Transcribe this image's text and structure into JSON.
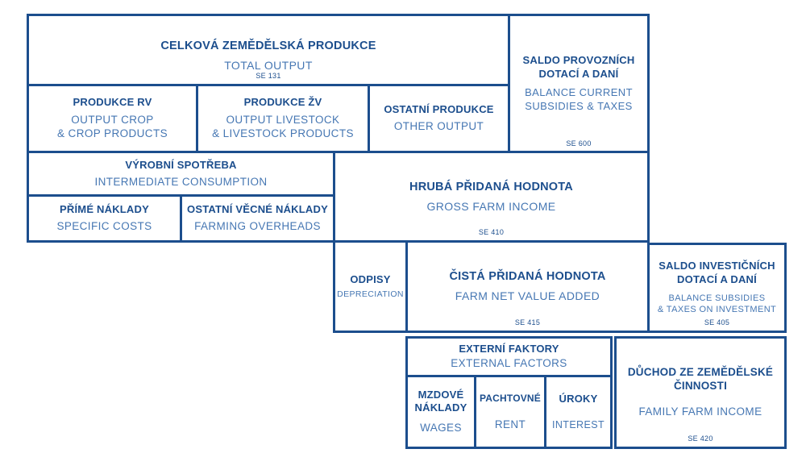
{
  "colors": {
    "border": "#1C4E8D",
    "title_text": "#1C4E8D",
    "subtitle_text": "#4677B3",
    "code_text": "#1C4E8D",
    "background": "#FFFFFF"
  },
  "diagram": {
    "description": "FADN farm income cascade diagram (Czech / English)",
    "boxes": {
      "total_output": {
        "title": "CELKOVÁ ZEMĚDĚLSKÁ PRODUKCE",
        "subtitle": "TOTAL OUTPUT",
        "code": "SE 131"
      },
      "saldo_prov": {
        "title": "SALDO PROVOZNÍCH\nDOTACÍ A DANÍ",
        "subtitle": "BALANCE CURRENT\nSUBSIDIES & TAXES",
        "code": "SE 600"
      },
      "produkce_rv": {
        "title": "PRODUKCE RV",
        "subtitle": "OUTPUT CROP\n& CROP PRODUCTS"
      },
      "produkce_zv": {
        "title": "PRODUKCE ŽV",
        "subtitle": "OUTPUT LIVESTOCK\n& LIVESTOCK PRODUCTS"
      },
      "ostatni_produkce": {
        "title": "OSTATNÍ PRODUKCE",
        "subtitle": "OTHER OUTPUT"
      },
      "vyrobni_spotreba": {
        "title": "VÝROBNÍ SPOTŘEBA",
        "subtitle": "INTERMEDIATE CONSUMPTION"
      },
      "prime_naklady": {
        "title": "PŘÍMÉ NÁKLADY",
        "subtitle": "SPECIFIC COSTS"
      },
      "ostatni_vecne": {
        "title": "OSTATNÍ VĚCNÉ NÁKLADY",
        "subtitle": "FARMING OVERHEADS"
      },
      "hruba": {
        "title": "HRUBÁ PŘIDANÁ HODNOTA",
        "subtitle": "GROSS FARM INCOME",
        "code": "SE 410"
      },
      "odpisy": {
        "title": "ODPISY",
        "subtitle": "DEPRECIATION"
      },
      "cista": {
        "title": "ČISTÁ PŘIDANÁ HODNOTA",
        "subtitle": "FARM NET VALUE ADDED",
        "code": "SE 415"
      },
      "saldo_inv": {
        "title": "SALDO INVESTIČNÍCH\nDOTACÍ A DANÍ",
        "subtitle": "BALANCE SUBSIDIES\n& TAXES ON INVESTMENT",
        "code": "SE 405"
      },
      "externi_faktory": {
        "title": "EXTERNÍ FAKTORY",
        "subtitle": "EXTERNAL FACTORS"
      },
      "mzdove_naklady": {
        "title": "MZDOVÉ\nNÁKLADY",
        "subtitle": "WAGES"
      },
      "pachtovne": {
        "title": "PACHTOVNÉ",
        "subtitle": "RENT"
      },
      "uroky": {
        "title": "ÚROKY",
        "subtitle": "INTEREST"
      },
      "duchod": {
        "title": "DŮCHOD ZE ZEMĚDĚLSKÉ\nČINNOSTI",
        "subtitle": "FAMILY FARM INCOME",
        "code": "SE 420"
      }
    }
  }
}
